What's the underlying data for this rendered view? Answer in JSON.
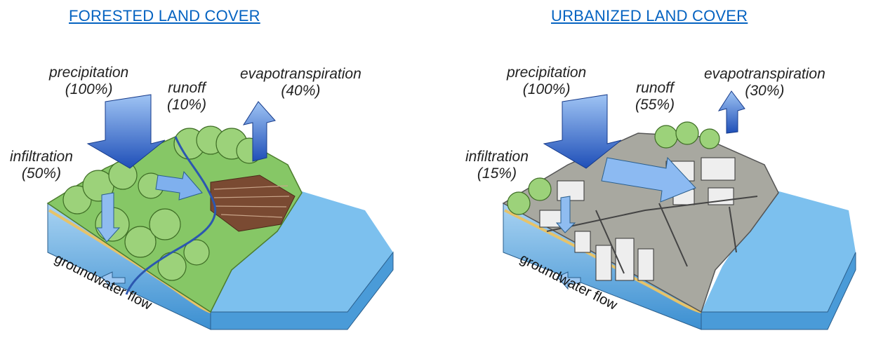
{
  "left": {
    "title": "FORESTED LAND COVER",
    "precipitation": {
      "label": "precipitation",
      "value": "(100%)"
    },
    "runoff": {
      "label": "runoff",
      "value": "(10%)"
    },
    "evapotranspiration": {
      "label": "evapotranspiration",
      "value": "(40%)"
    },
    "infiltration": {
      "label": "infiltration",
      "value": "(50%)"
    },
    "groundwater": "groundwater flow"
  },
  "right": {
    "title": "URBANIZED LAND COVER",
    "precipitation": {
      "label": "precipitation",
      "value": "(100%)"
    },
    "runoff": {
      "label": "runoff",
      "value": "(55%)"
    },
    "evapotranspiration": {
      "label": "evapotranspiration",
      "value": "(30%)"
    },
    "infiltration": {
      "label": "infiltration",
      "value": "(15%)"
    },
    "groundwater": "groundwater flow"
  },
  "colors": {
    "link": "#0563c1",
    "arrow_blue": "#2f6fd6",
    "water": "#6fb3e6",
    "forest": "#7fc25a",
    "soil": "#7a4a32",
    "urban": "#8a8a8a"
  }
}
